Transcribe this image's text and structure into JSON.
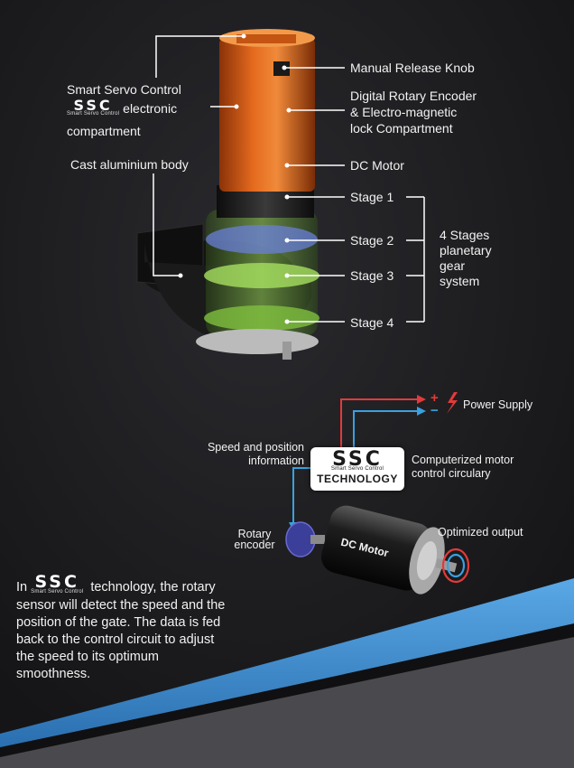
{
  "callouts": {
    "smart_servo_control": "Smart Servo Control",
    "electronic": "electronic",
    "compartment": "compartment",
    "cast_body": "Cast aluminium body",
    "manual_release": "Manual Release Knob",
    "encoder_line1": "Digital Rotary Encoder",
    "encoder_line2": "& Electro-magnetic",
    "encoder_line3": "lock Compartment",
    "dc_motor": "DC Motor",
    "stage1": "Stage 1",
    "stage2": "Stage 2",
    "stage3": "Stage 3",
    "stage4": "Stage 4",
    "gear_line1": "4 Stages",
    "gear_line2": "planetary",
    "gear_line3": "gear",
    "gear_line4": "system"
  },
  "logo": {
    "ssc": "SSC",
    "subtitle": "Smart Servo Control",
    "technology": "TECHNOLOGY"
  },
  "schematic": {
    "plus": "+",
    "minus": "−",
    "power_supply": "Power Supply",
    "speed_line1": "Speed and position",
    "speed_line2": "information",
    "computerized_line1": "Computerized motor",
    "computerized_line2": "control circulary",
    "rotary_line1": "Rotary",
    "rotary_line2": "encoder",
    "motor_label": "DC Motor",
    "optimized_output": "Optimized output"
  },
  "paragraph": {
    "in_word": "In",
    "first_line_tail": "technology,",
    "body": "the rotary sensor will detect the speed and the position of the gate. The data is fed back to the control circuit to adjust the speed to its optimum smoothness."
  },
  "colors": {
    "background": "#1b1b1d",
    "motor_orange": "#d9621a",
    "gear_green": "#8fd048",
    "band_blue": "#3d8fd0",
    "wire_red": "#e23a3a",
    "wire_blue": "#3aa0e0"
  }
}
